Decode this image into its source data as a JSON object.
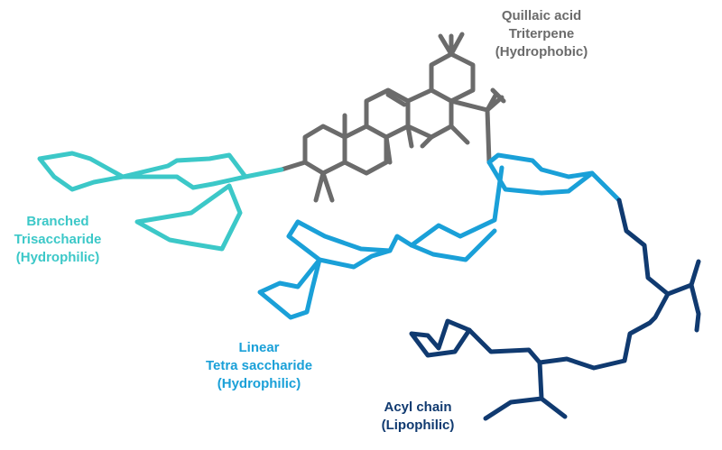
{
  "colors": {
    "triterpene": "#6b6b6b",
    "branched": "#3cc8c8",
    "linear": "#1aa0d8",
    "acyl": "#103a70"
  },
  "labels": {
    "quillaic": {
      "line1": "Quillaic acid",
      "line2": "Triterpene",
      "line3": "(Hydrophobic)"
    },
    "branched": {
      "line1": "Branched",
      "line2": "Trisaccharide",
      "line3": "(Hydrophilic)"
    },
    "linear": {
      "line1": "Linear",
      "line2": "Tetra saccharide",
      "line3": "(Hydrophilic)"
    },
    "acyl": {
      "line1": "Acyl chain",
      "line2": "(Lipophilic)"
    }
  }
}
